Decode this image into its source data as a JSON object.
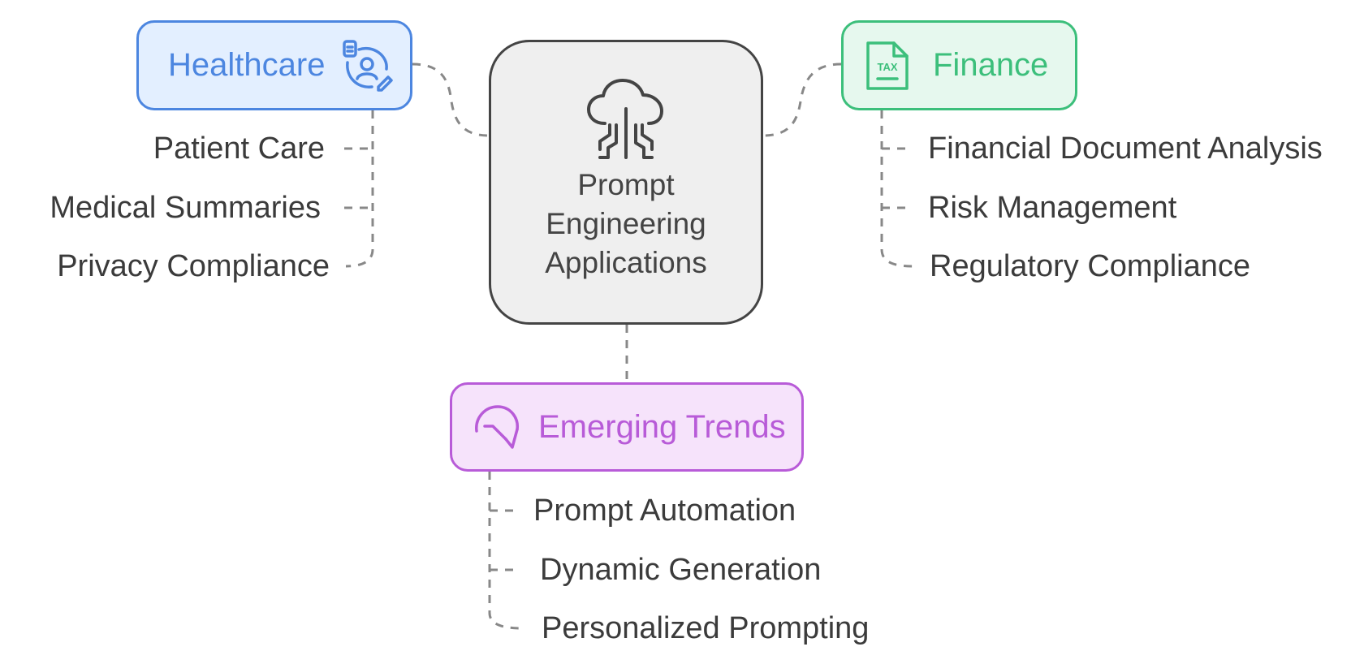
{
  "center": {
    "title_lines": [
      "Prompt",
      "Engineering",
      "Applications"
    ],
    "icon": "cloud-circuit-icon"
  },
  "healthcare": {
    "title": "Healthcare",
    "icon": "patient-record-icon",
    "color": "#4c86e0",
    "fill": "#e3efff",
    "items": [
      "Patient Care",
      "Medical Summaries",
      "Privacy Compliance"
    ]
  },
  "finance": {
    "title": "Finance",
    "icon": "tax-document-icon",
    "color": "#3cbf7b",
    "fill": "#e6f8ee",
    "items": [
      "Financial Document Analysis",
      "Risk Management",
      "Regulatory Compliance"
    ]
  },
  "emerging": {
    "title": "Emerging Trends",
    "icon": "circular-arrow-icon",
    "color": "#b85bd8",
    "fill": "#f6e3fb",
    "items": [
      "Prompt Automation",
      "Dynamic Generation",
      "Personalized Prompting"
    ]
  },
  "connector_color": "#888888",
  "center_border": "#444444"
}
